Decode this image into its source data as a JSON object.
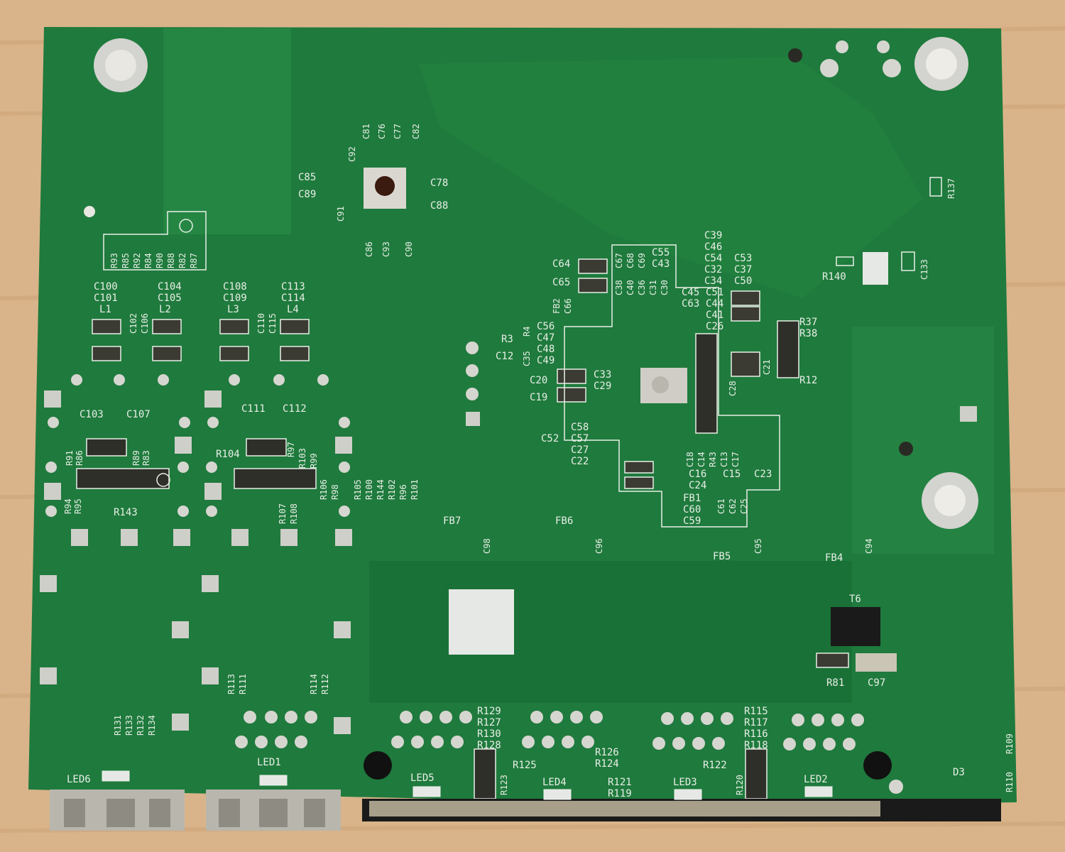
{
  "scene": {
    "description_visible": false,
    "colors": {
      "wood": "#d9b48a",
      "wood_dark": "#c79a6b",
      "board": "#1f7a3d",
      "board_dark": "#176a33",
      "board_light": "#2a8f4a",
      "silkscreen": "#e8efe6",
      "pad": "#c9cccb",
      "metal": "#b9b6ae",
      "connector_black": "#1a1a1a"
    }
  },
  "labels": {
    "top_left_stack": [
      "R93",
      "R85",
      "R92",
      "R84",
      "R90",
      "R88",
      "R82",
      "R87"
    ],
    "caps_group_1": [
      "C100",
      "C101",
      "L1",
      "C102",
      "C106",
      "C104",
      "C105",
      "L2"
    ],
    "caps_group_2": [
      "C108",
      "C109",
      "L3",
      "C110",
      "C115",
      "C113",
      "C114",
      "L4"
    ],
    "mid_caps": [
      "C103",
      "C107",
      "C111",
      "C112"
    ],
    "resistor_left": [
      "R91",
      "R86",
      "R89",
      "R83",
      "R94",
      "R95",
      "R143"
    ],
    "resistor_mid": [
      "R104",
      "R97",
      "R103",
      "R99",
      "R107",
      "R108",
      "R106",
      "R98"
    ],
    "resistor_stack_center": [
      "R105",
      "R100",
      "R144",
      "R102",
      "R96",
      "R101"
    ],
    "top_caps": [
      "C81",
      "C76",
      "C77",
      "C82",
      "C92",
      "C85",
      "C89",
      "C78",
      "C88",
      "C91",
      "C86",
      "C93",
      "C90"
    ],
    "center_block": [
      "C64",
      "C65",
      "FB2",
      "C66",
      "C67",
      "C68",
      "C69",
      "C55",
      "C43",
      "C38",
      "C40",
      "C36",
      "C31",
      "C30",
      "C39",
      "C46",
      "C54",
      "C32",
      "C34",
      "C53",
      "C37",
      "C50",
      "C45",
      "C51",
      "C63",
      "C44",
      "C41",
      "C26",
      "R3",
      "R4",
      "C56",
      "C47",
      "C48",
      "C49",
      "C35",
      "C12",
      "C20",
      "C19",
      "C33",
      "C29",
      "C52",
      "C58",
      "C57",
      "C27",
      "C22",
      "C18",
      "C14",
      "R43",
      "C13",
      "C17",
      "C16",
      "C15",
      "C23",
      "C24",
      "FB1",
      "C60",
      "C59",
      "C61",
      "C62",
      "C25",
      "C28",
      "C21",
      "R37",
      "R38",
      "R12"
    ],
    "ferrites": [
      "FB7",
      "C98",
      "FB6",
      "C96",
      "FB5",
      "C95",
      "FB4",
      "C94"
    ],
    "right_top": [
      "R137",
      "R140",
      "C133"
    ],
    "bottom_left": [
      "R113",
      "R111",
      "R114",
      "R112",
      "R131",
      "R133",
      "R132",
      "R134"
    ],
    "bottom_mid": [
      "R129",
      "R127",
      "R130",
      "R128",
      "R125",
      "R126",
      "R124",
      "R123",
      "R121",
      "R119",
      "R122",
      "R120",
      "R115",
      "R117",
      "R116",
      "R118"
    ],
    "leds": [
      "LED6",
      "LED1",
      "LED5",
      "LED4",
      "LED3",
      "LED2"
    ],
    "bottom_right": [
      "T6",
      "R81",
      "C97",
      "D3",
      "R110",
      "R109"
    ]
  }
}
